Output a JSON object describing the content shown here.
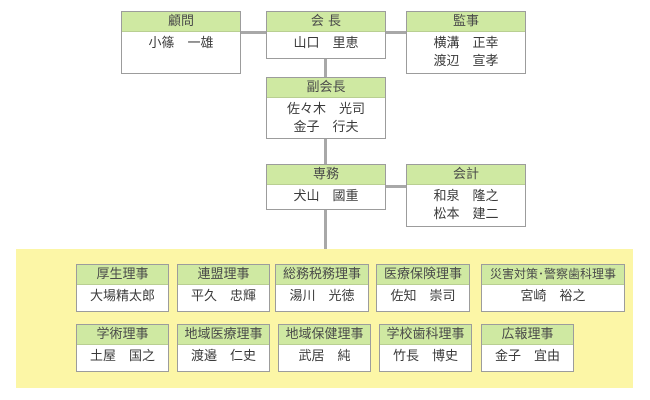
{
  "orgchart": {
    "advisor": {
      "title": "顧問",
      "members": [
        "小篠　一雄"
      ]
    },
    "president": {
      "title": "会 長",
      "members": [
        "山口　里恵"
      ]
    },
    "auditor": {
      "title": "監事",
      "members": [
        "横溝　正幸",
        "渡辺　宣孝"
      ]
    },
    "vice_president": {
      "title": "副会長",
      "members": [
        "佐々木　光司",
        "金子　行夫"
      ]
    },
    "executive": {
      "title": "専務",
      "members": [
        "犬山　國重"
      ]
    },
    "treasurer": {
      "title": "会計",
      "members": [
        "和泉　隆之",
        "松本　建二"
      ]
    },
    "directors_row1": [
      {
        "title": "厚生理事",
        "members": [
          "大場精太郎"
        ]
      },
      {
        "title": "連盟理事",
        "members": [
          "平久　忠輝"
        ]
      },
      {
        "title": "総務税務理事",
        "members": [
          "湯川　光徳"
        ]
      },
      {
        "title": "医療保険理事",
        "members": [
          "佐知　崇司"
        ]
      },
      {
        "title": "災害対策･警察歯科理事",
        "members": [
          "宮崎　裕之"
        ]
      }
    ],
    "directors_row2": [
      {
        "title": "学術理事",
        "members": [
          "土屋　国之"
        ]
      },
      {
        "title": "地域医療理事",
        "members": [
          "渡邉　仁史"
        ]
      },
      {
        "title": "地域保健理事",
        "members": [
          "武居　純"
        ]
      },
      {
        "title": "学校歯科理事",
        "members": [
          "竹長　博史"
        ]
      },
      {
        "title": "広報理事",
        "members": [
          "金子　宜由"
        ]
      }
    ],
    "colors": {
      "header": "#cfe9a2",
      "panel": "#fcf6a6",
      "connector": "#a8a8a8",
      "border": "#9c9c9c"
    }
  }
}
